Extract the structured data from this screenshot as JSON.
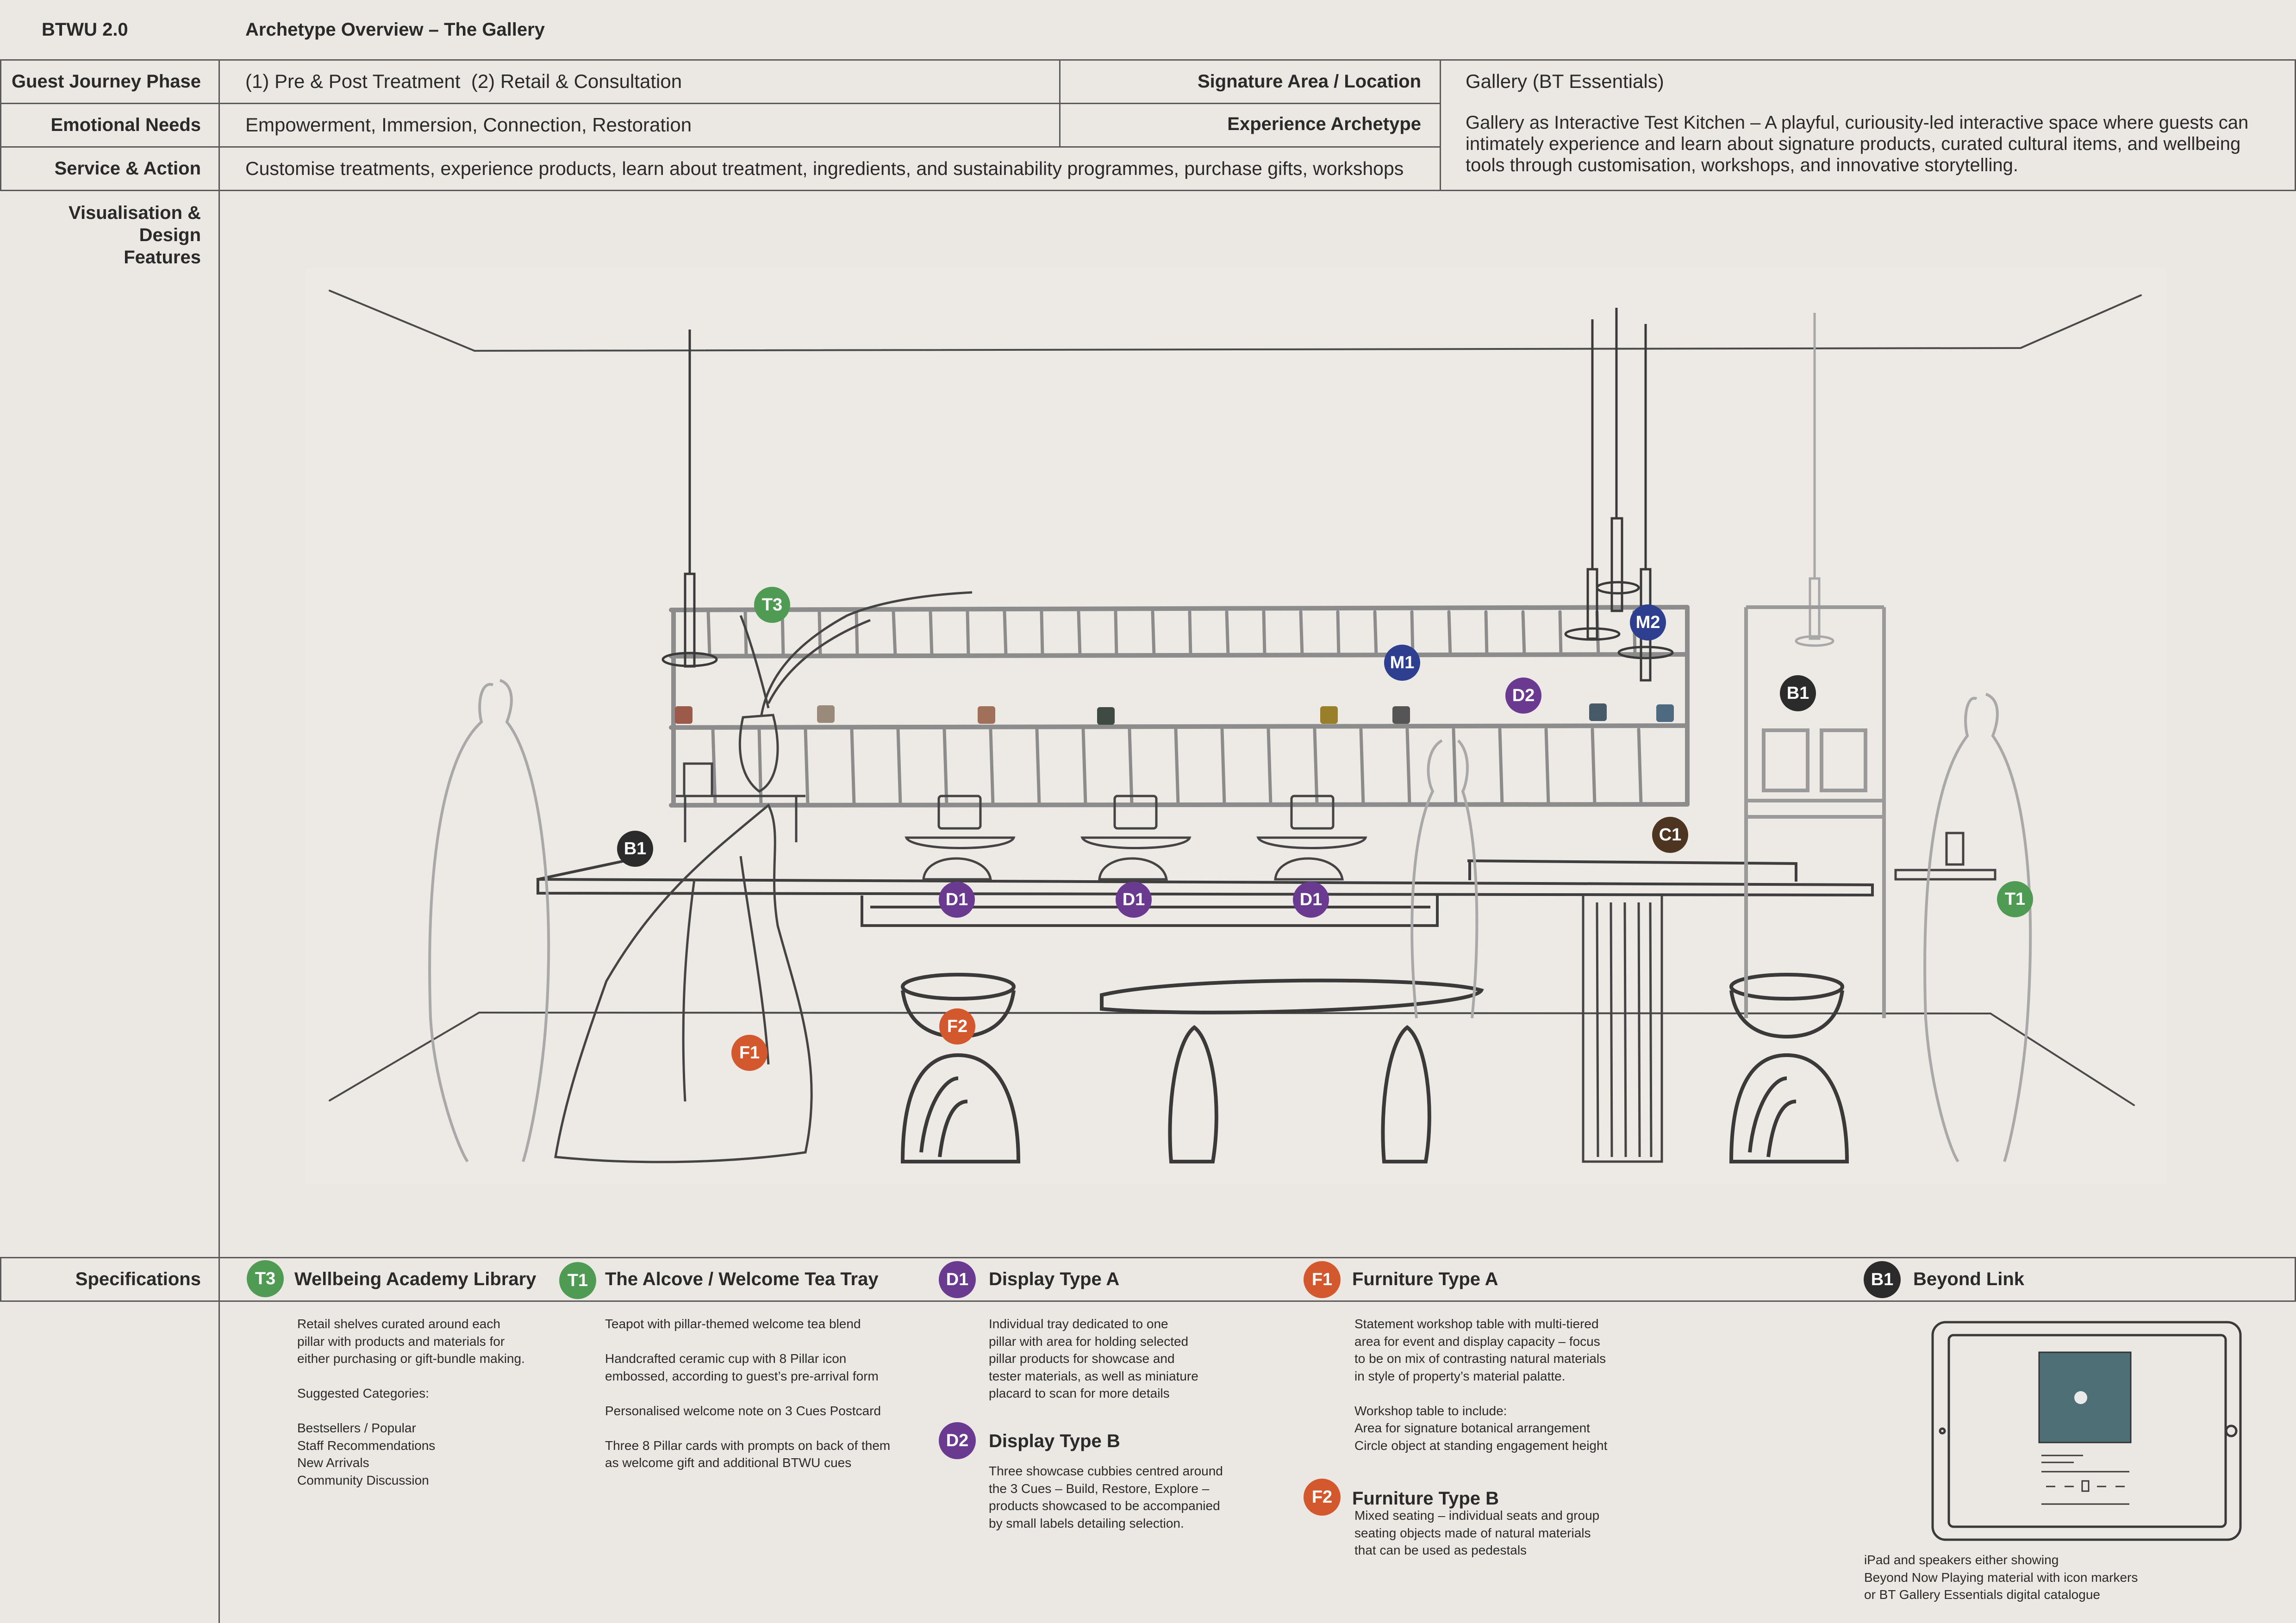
{
  "header": {
    "code": "BTWU 2.0",
    "title": "Archetype Overview – The Gallery"
  },
  "rows": {
    "guest_journey": {
      "label": "Guest Journey Phase",
      "value": "(1) Pre & Post Treatment  (2) Retail & Consultation"
    },
    "signature_area": {
      "label": "Signature Area / Location",
      "value": "Gallery (BT Essentials)"
    },
    "emotional_needs": {
      "label": "Emotional Needs",
      "value": "Empowerment, Immersion, Connection, Restoration"
    },
    "experience_archetype": {
      "label": "Experience Archetype",
      "value": "Gallery as Interactive Test Kitchen – A playful, curiousity-led interactive space where guests can intimately experience and learn about signature products, curated cultural items, and wellbeing tools through customisation, workshops, and innovative storytelling."
    },
    "service_action": {
      "label": "Service & Action",
      "value": "Customise treatments, experience products, learn about treatment, ingredients, and sustainability programmes, purchase gifts, workshops"
    },
    "visualisation": {
      "label": "Visualisation & Design Features"
    },
    "specifications": {
      "label": "Specifications"
    }
  },
  "markers": {
    "t3": "T3",
    "t1": "T1",
    "m1": "M1",
    "m2": "M2",
    "d2": "D2",
    "b1a": "B1",
    "b1b": "B1",
    "c1": "C1",
    "d1a": "D1",
    "d1b": "D1",
    "d1c": "D1",
    "f1": "F1",
    "f2": "F2"
  },
  "specs": {
    "t3": {
      "code": "T3",
      "title": "Wellbeing Academy Library",
      "body": "Retail shelves curated around each\npillar with products and materials for\neither purchasing or gift-bundle making.\n\nSuggested Categories:\n\nBestsellers / Popular\nStaff Recommendations\nNew Arrivals\nCommunity Discussion"
    },
    "t1": {
      "code": "T1",
      "title": "The Alcove / Welcome Tea Tray",
      "body": "Teapot with pillar-themed welcome tea blend\n\nHandcrafted ceramic cup with 8 Pillar icon\nembossed, according to guest’s pre-arrival form\n\nPersonalised welcome note on 3 Cues Postcard\n\nThree 8 Pillar cards with prompts on back of them\nas welcome gift and additional BTWU cues"
    },
    "d1": {
      "code": "D1",
      "title": "Display Type A",
      "body": "Individual tray dedicated to one\npillar with area for holding selected\npillar products for showcase and\ntester materials, as well as miniature\nplacard to scan for more details"
    },
    "d2": {
      "code": "D2",
      "title": "Display Type B",
      "body": "Three showcase cubbies centred around\nthe 3 Cues – Build, Restore, Explore –\nproducts showcased to be accompanied\nby small labels detailing selection."
    },
    "f1": {
      "code": "F1",
      "title": "Furniture Type A",
      "body": "Statement workshop table with multi-tiered\narea for event and display capacity – focus\nto be on mix of contrasting natural materials\nin style of property’s material palatte.\n\nWorkshop table to include:\nArea for signature botanical arrangement\nCircle object at standing engagement height"
    },
    "f2": {
      "code": "F2",
      "title": "Furniture Type B",
      "body": "Mixed seating – individual seats and group\nseating objects made of natural materials\nthat can be used as pedestals"
    },
    "b1": {
      "code": "B1",
      "title": "Beyond Link",
      "body": "iPad and speakers either showing\nBeyond Now Playing material with icon markers\nor BT Gallery Essentials digital catalogue"
    }
  },
  "colors": {
    "green": "#4f9b54",
    "purple": "#6a3a91",
    "blue": "#2d3f8e",
    "black": "#2b2b2b",
    "orange": "#d4582d",
    "brown": "#4d3522",
    "background": "#ebe8e3"
  }
}
